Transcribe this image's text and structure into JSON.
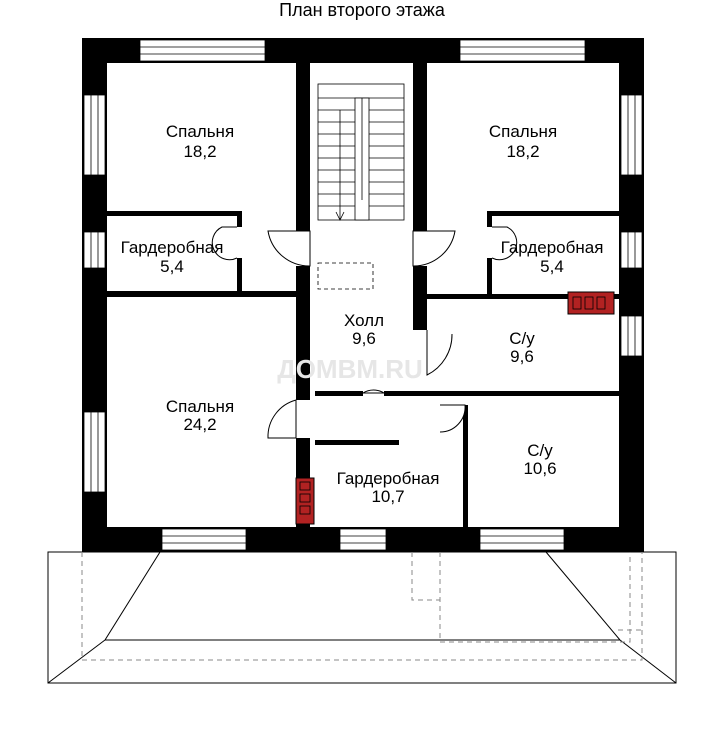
{
  "title": "План второго этажа",
  "watermark": "ДОМВМ.RU",
  "rooms": [
    {
      "name": "Спальня",
      "area": "18,2"
    },
    {
      "name": "Спальня",
      "area": "18,2"
    },
    {
      "name": "Гардеробная",
      "area": "5,4"
    },
    {
      "name": "Гардеробная",
      "area": "5,4"
    },
    {
      "name": "Холл",
      "area": "9,6"
    },
    {
      "name": "С/у",
      "area": "9,6"
    },
    {
      "name": "Спальня",
      "area": "24,2"
    },
    {
      "name": "С/у",
      "area": "10,6"
    },
    {
      "name": "Гардеробная",
      "area": "10,7"
    }
  ],
  "colors": {
    "wall": "#000000",
    "chimney": "#b22222",
    "line": "#000000",
    "dashed": "#888888"
  }
}
